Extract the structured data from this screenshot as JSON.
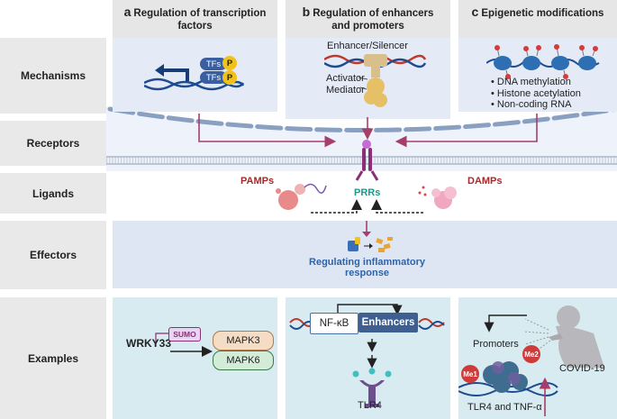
{
  "columns": {
    "a": {
      "letter": "a",
      "title": "Regulation of transcription factors"
    },
    "b": {
      "letter": "b",
      "title_line1": "Regulation of enhancers",
      "title_line2": "and promoters"
    },
    "c": {
      "letter": "c",
      "title": "Epigenetic modifications"
    }
  },
  "rows": {
    "mechanisms": "Mechanisms",
    "receptors": "Receptors",
    "ligands": "Ligands",
    "effectors": "Effectors",
    "examples": "Examples"
  },
  "mechanism_a": {
    "tf_label": "TFs",
    "p_label": "P"
  },
  "mechanism_b": {
    "enhancer": "Enhancer/Silencer",
    "activator": "Activator",
    "mediator": "Mediator"
  },
  "mechanism_c": {
    "items": [
      "DNA methylation",
      "Histone acetylation",
      "Non-coding RNA"
    ]
  },
  "ligands": {
    "pamps": "PAMPs",
    "prrs": "PRRs",
    "damps": "DAMPs"
  },
  "effectors": {
    "line1": "Regulating inflammatory",
    "line2": "response"
  },
  "example_a": {
    "wrky": "WRKY33",
    "sumo": "SUMO",
    "mapk3": "MAPK3",
    "mapk6": "MAPK6"
  },
  "example_b": {
    "nfkb": "NF-κB",
    "enhancers": "Enhancers",
    "tlr4": "TLR4"
  },
  "example_c": {
    "promoters": "Promoters",
    "me1": "Me1",
    "me2": "Me2",
    "covid": "COVID-19",
    "genes": "TLR4 and TNF-α"
  },
  "colors": {
    "row_label_bg": "#e9e9ea",
    "panel_bg": "#e4ebf7",
    "example_bg": "#d7ebf0",
    "arrow": "#a63e6a",
    "pamps_damps": "#a9282a",
    "prrs": "#199a8c",
    "effector_text": "#2e63a8",
    "enhancers_box": "#3e5f8f",
    "mapk_bg": "#f5dcc4"
  }
}
